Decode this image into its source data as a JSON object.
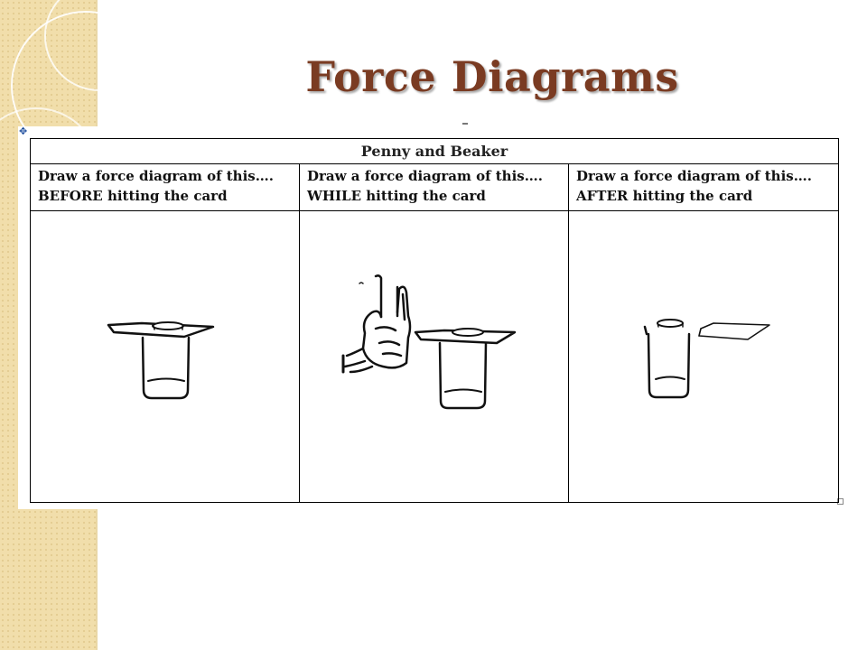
{
  "slide": {
    "title": "Force Diagrams"
  },
  "worksheet": {
    "header": "Penny and Beaker",
    "columns": [
      {
        "line1": "Draw a force diagram of this….",
        "line2": "BEFORE hitting the card"
      },
      {
        "line1": "Draw a force diagram of this….",
        "line2": "WHILE hitting the card"
      },
      {
        "line1": "Draw a force diagram of this….",
        "line2": "AFTER hitting the card"
      }
    ]
  },
  "icons": {
    "move_handle": "move-handle-icon",
    "resize_handle": "resize-handle-icon"
  },
  "colors": {
    "title": "#7a3b22",
    "side_band": "#f1deab"
  }
}
